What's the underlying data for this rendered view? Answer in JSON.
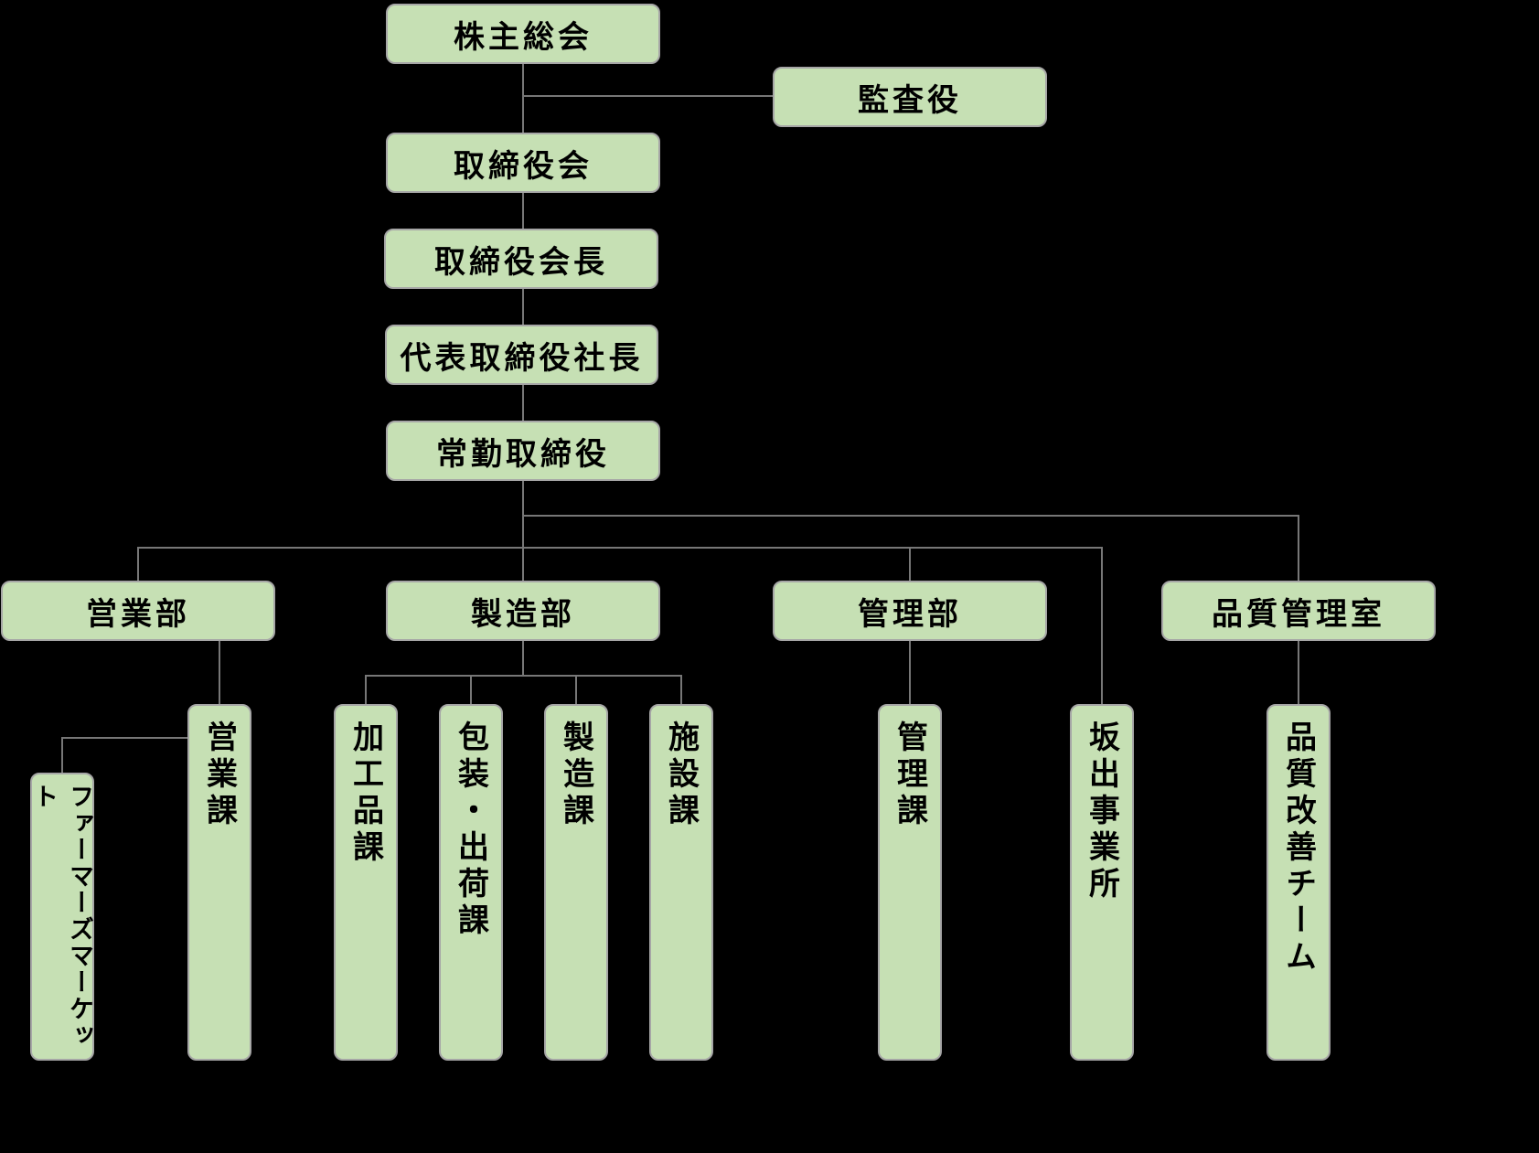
{
  "diagram": {
    "type": "org-chart",
    "nodes": {
      "shareholders_meeting": "株主総会",
      "auditor": "監査役",
      "board_of_directors": "取締役会",
      "board_chairman": "取締役会長",
      "representative_president": "代表取締役社長",
      "standing_director": "常勤取締役",
      "sales_department": "営業部",
      "manufacturing_department": "製造部",
      "admin_department": "管理部",
      "quality_control_office": "品質管理室",
      "sales_section": "営業課",
      "farmers_market": "ファーマーズマーケット",
      "processed_goods_section": "加工品課",
      "packaging_shipping_section": "包装・出荷課",
      "manufacturing_section": "製造課",
      "facilities_section": "施設課",
      "admin_section": "管理課",
      "sakaide_office": "坂出事業所",
      "quality_improvement_team": "品質改善チーム"
    },
    "hierarchy": [
      {
        "parent": "株主総会",
        "children": [
          "監査役",
          "取締役会"
        ]
      },
      {
        "parent": "取締役会",
        "children": [
          "取締役会長"
        ]
      },
      {
        "parent": "取締役会長",
        "children": [
          "代表取締役社長"
        ]
      },
      {
        "parent": "代表取締役社長",
        "children": [
          "常勤取締役"
        ]
      },
      {
        "parent": "常勤取締役",
        "children": [
          "営業部",
          "製造部",
          "管理部",
          "坂出事業所",
          "品質管理室"
        ]
      },
      {
        "parent": "営業部",
        "children": [
          "営業課"
        ]
      },
      {
        "parent": "営業課",
        "children": [
          "ファーマーズマーケット"
        ]
      },
      {
        "parent": "製造部",
        "children": [
          "加工品課",
          "包装・出荷課",
          "製造課",
          "施設課"
        ]
      },
      {
        "parent": "管理部",
        "children": [
          "管理課"
        ]
      },
      {
        "parent": "品質管理室",
        "children": [
          "品質改善チーム"
        ]
      }
    ]
  },
  "theme": {
    "background": "#000000",
    "box_fill": "#c6e0b4",
    "box_border": "#a6a6a6",
    "box_text": "#000000",
    "line_color": "#777777"
  }
}
